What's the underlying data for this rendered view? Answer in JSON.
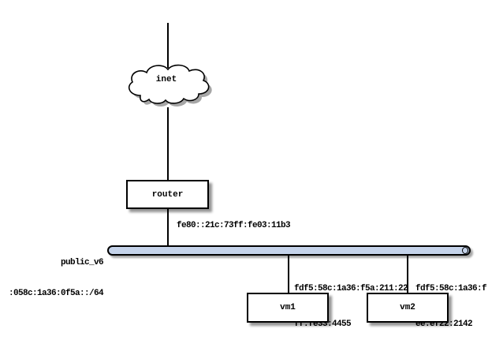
{
  "diagram": {
    "type": "network-topology",
    "internet": {
      "label": "inet"
    },
    "router": {
      "label": "router",
      "address": "fe80::21c:73ff:fe03:11b3"
    },
    "network": {
      "name": "public_v6",
      "prefix": ":058c:1a36:0f5a::/64",
      "fill_color": "#c5d3ea"
    },
    "hosts": [
      {
        "label": "vm1",
        "address_line1": "fdf5:58c:1a36:f5a:211:22",
        "address_line2": "ff:fe33:4455"
      },
      {
        "label": "vm2",
        "address_line1": "fdf5:58c:1a36:f",
        "address_line2": "ee:ef22:2142"
      }
    ],
    "colors": {
      "line": "#000000",
      "box_fill": "#ffffff",
      "shadow": "#999999"
    }
  }
}
